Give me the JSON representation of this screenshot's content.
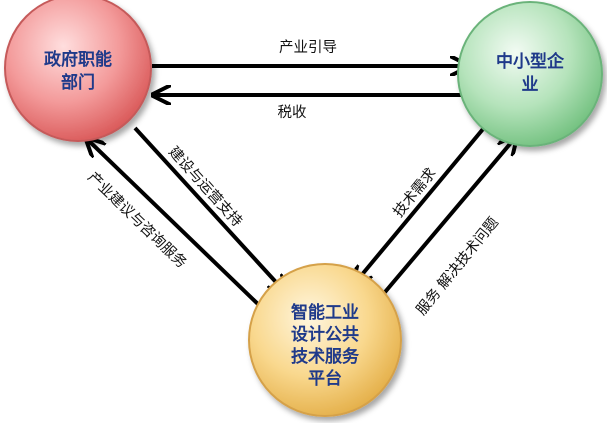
{
  "nodes": {
    "government": {
      "lines": [
        "政府职能",
        "部门"
      ],
      "fill": "#ef7d7d",
      "stroke": "#b94a4a"
    },
    "sme": {
      "lines": [
        "中小型企",
        "业"
      ],
      "fill": "#8fd49a",
      "stroke": "#5aa76a"
    },
    "platform": {
      "lines": [
        "智能工业",
        "设计公共",
        "技术服务",
        "平台"
      ],
      "fill": "#f6c96a",
      "stroke": "#c89a3c"
    }
  },
  "edges": {
    "industry_guidance": "产业引导",
    "tax": "税收",
    "build_operate_support": "建设与运营支持",
    "industry_advice": "产业建议与咨询服务",
    "tech_demand": "技术需求",
    "service_solve": "服务  解决技术问题"
  },
  "colors": {
    "arrow": "#000000",
    "node_text": "#1f3a8a"
  }
}
